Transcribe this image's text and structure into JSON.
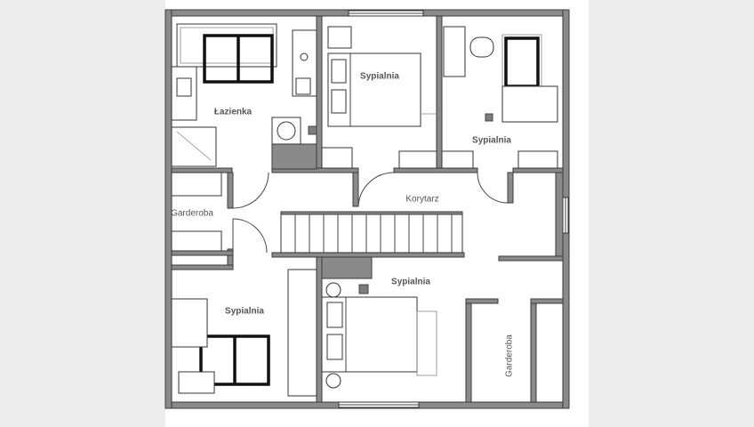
{
  "floor_plan": {
    "rooms": [
      {
        "id": "bathroom",
        "label": "Łazienka"
      },
      {
        "id": "bedroom-top-center",
        "label": "Sypialnia"
      },
      {
        "id": "bedroom-top-right",
        "label": "Sypialnia"
      },
      {
        "id": "corridor",
        "label": "Korytarz"
      },
      {
        "id": "wardrobe-left",
        "label": "Garderoba"
      },
      {
        "id": "bedroom-center",
        "label": "Sypialnia"
      },
      {
        "id": "bedroom-bottom-left",
        "label": "Sypialnia"
      },
      {
        "id": "wardrobe-right",
        "label": "Garderoba"
      }
    ]
  },
  "colors": {
    "wall_fill": "#8a8a8a",
    "paper": "#ffffff",
    "background": "#ececec"
  }
}
